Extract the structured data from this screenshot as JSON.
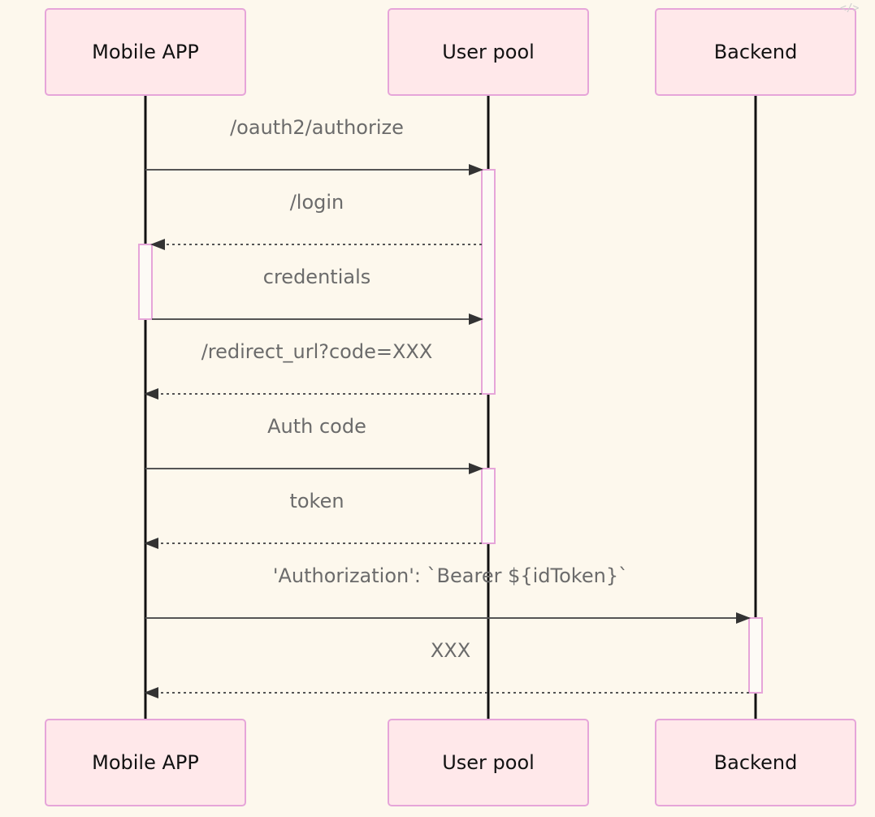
{
  "diagram": {
    "type": "sequence",
    "corner_icon": "code-icon",
    "corner_text": "</>",
    "colors": {
      "background": "#fdf8ed",
      "actor_fill": "#ffe8ea",
      "actor_stroke": "#e6a5d9",
      "lifeline": "#111111",
      "message_line": "#555555",
      "message_text": "#6b6b6b",
      "activation_fill": "#fdfaf6",
      "activation_stroke": "#e6a5d9"
    },
    "actors": [
      {
        "id": "app",
        "label": "Mobile APP"
      },
      {
        "id": "pool",
        "label": "User pool"
      },
      {
        "id": "backend",
        "label": "Backend"
      }
    ],
    "messages": [
      {
        "from": "app",
        "to": "pool",
        "label": "/oauth2/authorize",
        "style": "solid"
      },
      {
        "from": "pool",
        "to": "app",
        "label": "/login",
        "style": "dotted"
      },
      {
        "from": "app",
        "to": "pool",
        "label": "credentials",
        "style": "solid"
      },
      {
        "from": "pool",
        "to": "app",
        "label": "/redirect_url?code=XXX",
        "style": "dotted"
      },
      {
        "from": "app",
        "to": "pool",
        "label": "Auth code",
        "style": "solid"
      },
      {
        "from": "pool",
        "to": "app",
        "label": "token",
        "style": "dotted"
      },
      {
        "from": "app",
        "to": "backend",
        "label": "'Authorization': `Bearer ${idToken}`",
        "style": "solid"
      },
      {
        "from": "backend",
        "to": "app",
        "label": "XXX",
        "style": "dotted"
      }
    ],
    "activations": [
      {
        "actor": "pool",
        "from_message": 0,
        "to_message": 3
      },
      {
        "actor": "app",
        "from_message": 1,
        "to_message": 2
      },
      {
        "actor": "pool",
        "from_message": 4,
        "to_message": 5
      },
      {
        "actor": "backend",
        "from_message": 6,
        "to_message": 7
      }
    ]
  }
}
